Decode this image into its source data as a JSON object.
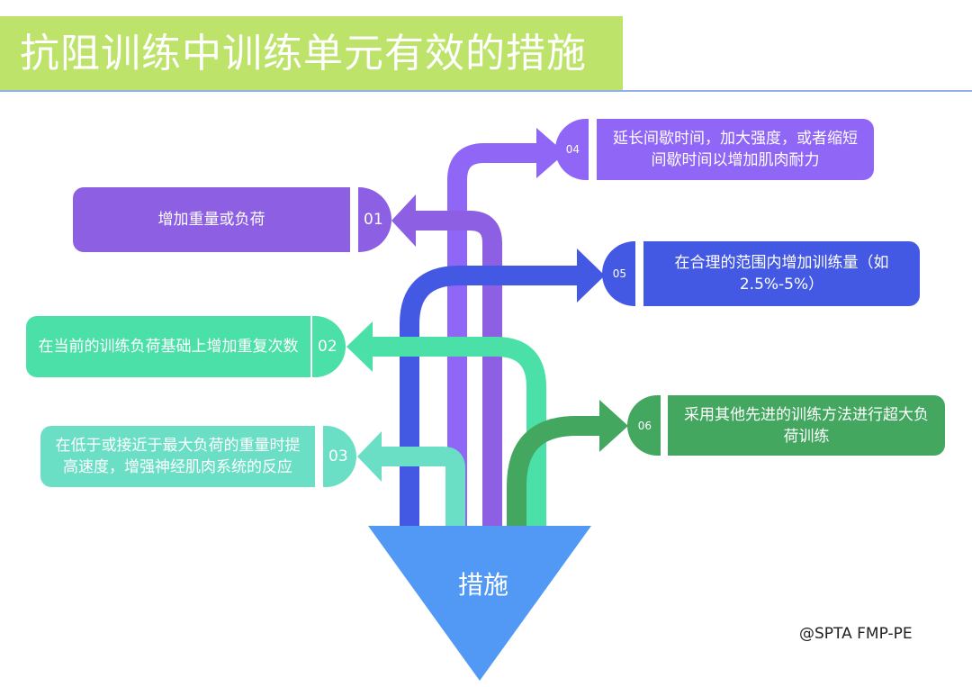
{
  "title": "抗阻训练中训练单元有效的措施",
  "center_label": "措施",
  "watermark": "@SPTA FMP-PE",
  "colors": {
    "title_bg": "#bde36a",
    "title_rule": "#8fb3e6",
    "funnel": "#5299f5"
  },
  "items": [
    {
      "number": "01",
      "text": "增加重量或负荷",
      "side": "left",
      "color": "#8c5fe3"
    },
    {
      "number": "02",
      "text": "在当前的训练负荷基础上增加重复次数",
      "side": "left",
      "color": "#4ce0a9"
    },
    {
      "number": "03",
      "text": "在低于或接近于最大负荷的重量时提高速度，增强神经肌肉系统的反应",
      "side": "left",
      "color": "#6adfc5"
    },
    {
      "number": "04",
      "text": "延长间歇时间，加大强度，或者缩短间歇时间以增加肌肉耐力",
      "side": "right",
      "color": "#8f66f5"
    },
    {
      "number": "05",
      "text": "在合理的范围内增加训练量（如2.5%-5%）",
      "side": "right",
      "color": "#4459e3"
    },
    {
      "number": "06",
      "text": "采用其他先进的训练方法进行超大负荷训练",
      "side": "right",
      "color": "#43a760"
    }
  ]
}
